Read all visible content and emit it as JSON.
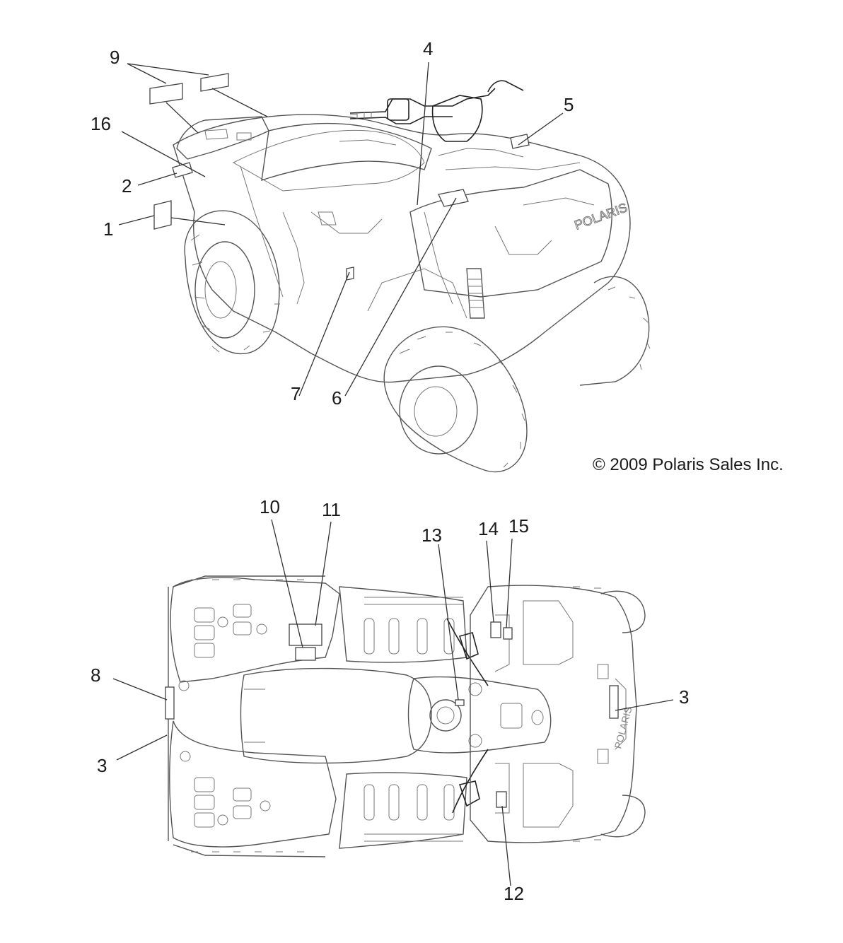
{
  "diagram": {
    "copyright": "© 2009 Polaris Sales Inc.",
    "brand_text": "POLARIS",
    "top_view_callouts": {
      "c1": "1",
      "c2": "2",
      "c4": "4",
      "c5": "5",
      "c6": "6",
      "c7": "7",
      "c9": "9",
      "c16": "16"
    },
    "bottom_view_callouts": {
      "c3_left": "3",
      "c3_right": "3",
      "c8": "8",
      "c10": "10",
      "c11": "11",
      "c12": "12",
      "c13": "13",
      "c14": "14",
      "c15": "15"
    }
  }
}
